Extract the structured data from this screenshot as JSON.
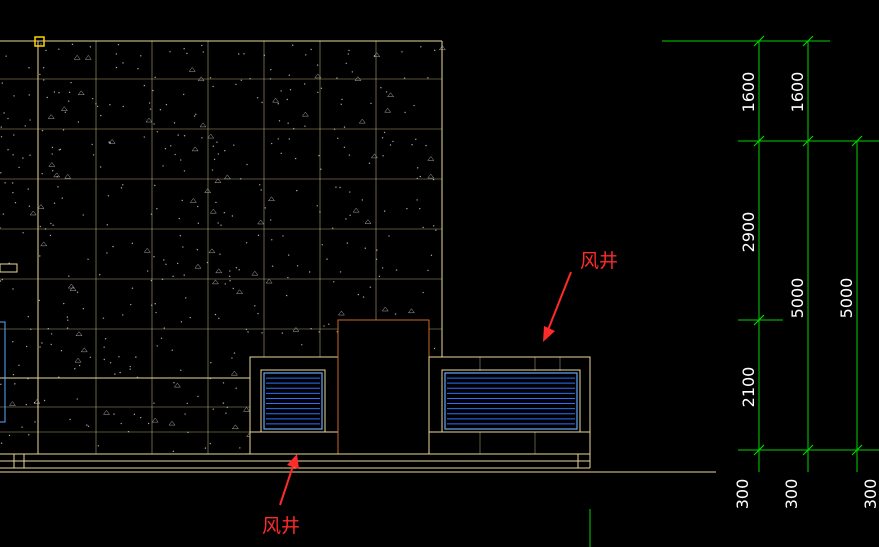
{
  "drawing": {
    "background": "#000000",
    "colors": {
      "wall": "#e8d89a",
      "speckle": "#cfcfcf",
      "louver_frame": "#5fa8ff",
      "louver_slat": "#2a6fff",
      "door": "#c96a2a",
      "dimension": "#00d400",
      "annotation": "#ff2a2a",
      "grip": "#ffd400"
    },
    "dimensions": {
      "inner_column": [
        "1600",
        "2900",
        "2100"
      ],
      "middle_column": [
        "1600",
        "5000"
      ],
      "outer_column": [
        "5000"
      ],
      "bottom": [
        "300",
        "300",
        "300"
      ]
    },
    "annotations": [
      {
        "text": "风井",
        "target": "right-vent-shaft"
      },
      {
        "text": "风井",
        "target": "left-vent-shaft"
      }
    ],
    "icons": [
      "grip-square-icon",
      "arrow-icon"
    ]
  }
}
